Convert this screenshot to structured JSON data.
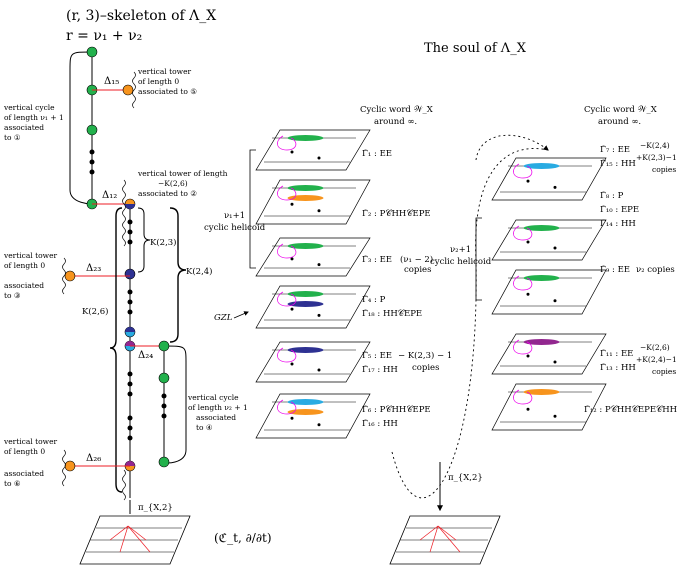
{
  "skeleton": {
    "title": "(r, 3)–skeleton of Λ_X",
    "subtitle": "r = ν₁ + ν₂",
    "labels": {
      "delta15": "Δ₁₅",
      "delta12": "Δ₁₂",
      "delta23": "Δ₂₃",
      "delta24": "Δ₂₄",
      "delta26": "Δ₂₆",
      "k23": "K(2,3)",
      "k24": "K(2,4)",
      "k26": "K(2,6)"
    },
    "notes": {
      "cycle1": [
        "vertical cycle",
        "of length ν₁ + 1",
        "associated",
        "to ①"
      ],
      "tower5": [
        "vertical tower",
        "of length 0",
        "associated to ⑤"
      ],
      "tower2": [
        "vertical tower of length",
        "−K(2,6)",
        "associated to ②"
      ],
      "tower3": [
        "vertical tower",
        "of length 0",
        "associated",
        "to ③"
      ],
      "cycle4": [
        "vertical cycle",
        "of length ν₂ + 1",
        "associated",
        "to ④"
      ],
      "tower6": [
        "vertical tower",
        "of length 0",
        "associated",
        "to ⑥"
      ]
    },
    "projection": "π_{X,2}"
  },
  "soul": {
    "title": "The soul of Λ_X",
    "cyclic_word": [
      "Cyclic word 𝒲_X",
      "around ∞."
    ],
    "left_helicoid": [
      "ν₁+1",
      "cyclic helicoid"
    ],
    "right_helicoid": [
      "ν₂+1",
      "cyclic helicoid"
    ],
    "gzl": "GZL",
    "left_entries": [
      "Γ̃₁ : EE",
      "Γ̃₂ : P𝒞HH𝒞EPE",
      "Γ̃₃ : EE",
      "Γ̃₄ : P",
      "Γ̃₁₈ : HH𝒞EPE",
      "Γ̃₅ : EE",
      "Γ̃₁₇ : HH",
      "Γ̃₆ : P𝒞HH𝒞EPE",
      "Γ̃₁₆ : HH"
    ],
    "left_copies": {
      "g3": [
        "(ν₁ − 2)",
        "copies"
      ],
      "g5": [
        "− K(2,3) − 1",
        "copies"
      ]
    },
    "right_entries": [
      "Γ̃₇ : EE",
      "Γ̃₁₅ : HH",
      "Γ̃₈ : P",
      "Γ̃₁₀ : EPE",
      "Γ̃₁₄ : HH",
      "Γ̃₉ : EE",
      "Γ̃₁₁ : EE",
      "Γ̃₁₃ : HH",
      "Γ̃₁₂ : P𝒞HH𝒞EPE𝒞HH"
    ],
    "right_copies": {
      "g7": [
        "−K(2,4)",
        "+K(2,3)−1",
        "copies"
      ],
      "g9": "ν₂ copies",
      "g11": [
        "−K(2,6)",
        "+K(2,4)−1",
        "copies"
      ]
    },
    "projection": "π_{X,2}"
  },
  "field": "(ℭ_t, ∂/∂t)",
  "colors": {
    "green": "#22b14c",
    "orange": "#f7941d",
    "blue": "#2e3192",
    "cyan": "#29abe2",
    "purple": "#92278f",
    "red": "#ed1c24",
    "magenta": "#ec00ec"
  }
}
